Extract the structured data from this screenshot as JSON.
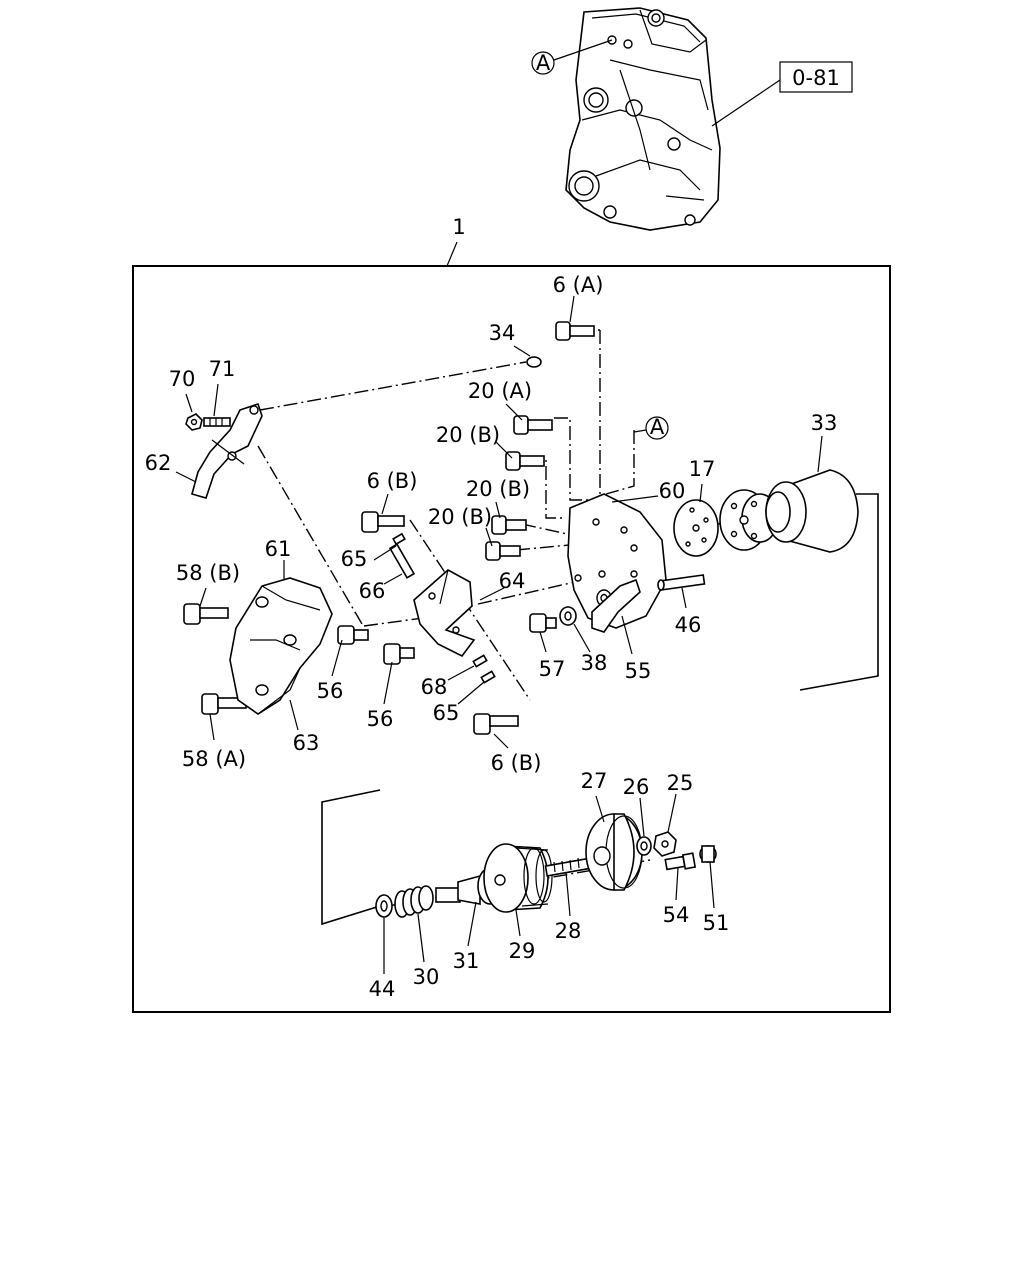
{
  "diagram": {
    "reference_box": "0-81",
    "assembly_callout": "1",
    "circle_marker": "A",
    "labels": {
      "p6a": "6 (A)",
      "p34": "34",
      "p70": "70",
      "p71": "71",
      "p62": "62",
      "p20a": "20 (A)",
      "p20b_1": "20 (B)",
      "p20b_2": "20 (B)",
      "p20b_3": "20 (B)",
      "p6b_top": "6 (B)",
      "p33": "33",
      "p17": "17",
      "p60": "60",
      "p61": "61",
      "p58b": "58 (B)",
      "p65_top": "65",
      "p66": "66",
      "p64": "64",
      "p46": "46",
      "p57": "57",
      "p38": "38",
      "p55": "55",
      "p56_1": "56",
      "p56_2": "56",
      "p68": "68",
      "p65_bot": "65",
      "p63": "63",
      "p58a": "58 (A)",
      "p6b_bot": "6 (B)",
      "p27": "27",
      "p26": "26",
      "p25": "25",
      "p54": "54",
      "p51": "51",
      "p28": "28",
      "p29": "29",
      "p31": "31",
      "p30": "30",
      "p44": "44"
    }
  }
}
